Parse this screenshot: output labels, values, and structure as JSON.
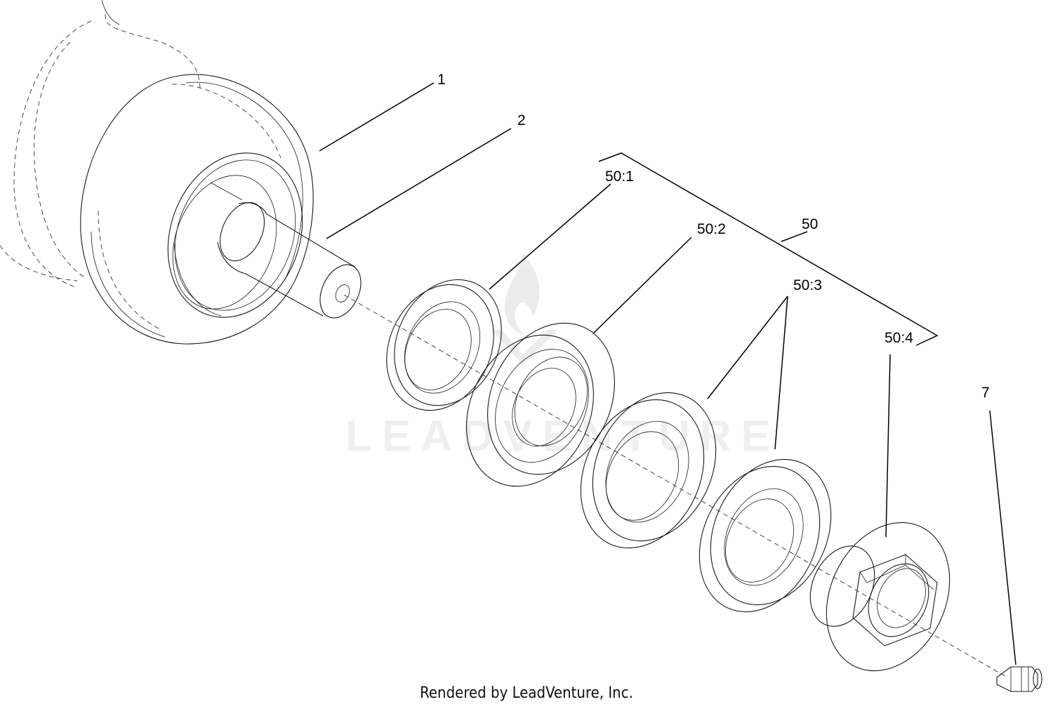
{
  "watermark": {
    "text": "LEADVENTURE"
  },
  "callouts": {
    "c1": "1",
    "c2": "2",
    "c50": "50",
    "c50_1": "50:1",
    "c50_2": "50:2",
    "c50_3": "50:3",
    "c50_4": "50:4",
    "c7": "7"
  },
  "credit": "Rendered by LeadVenture, Inc."
}
